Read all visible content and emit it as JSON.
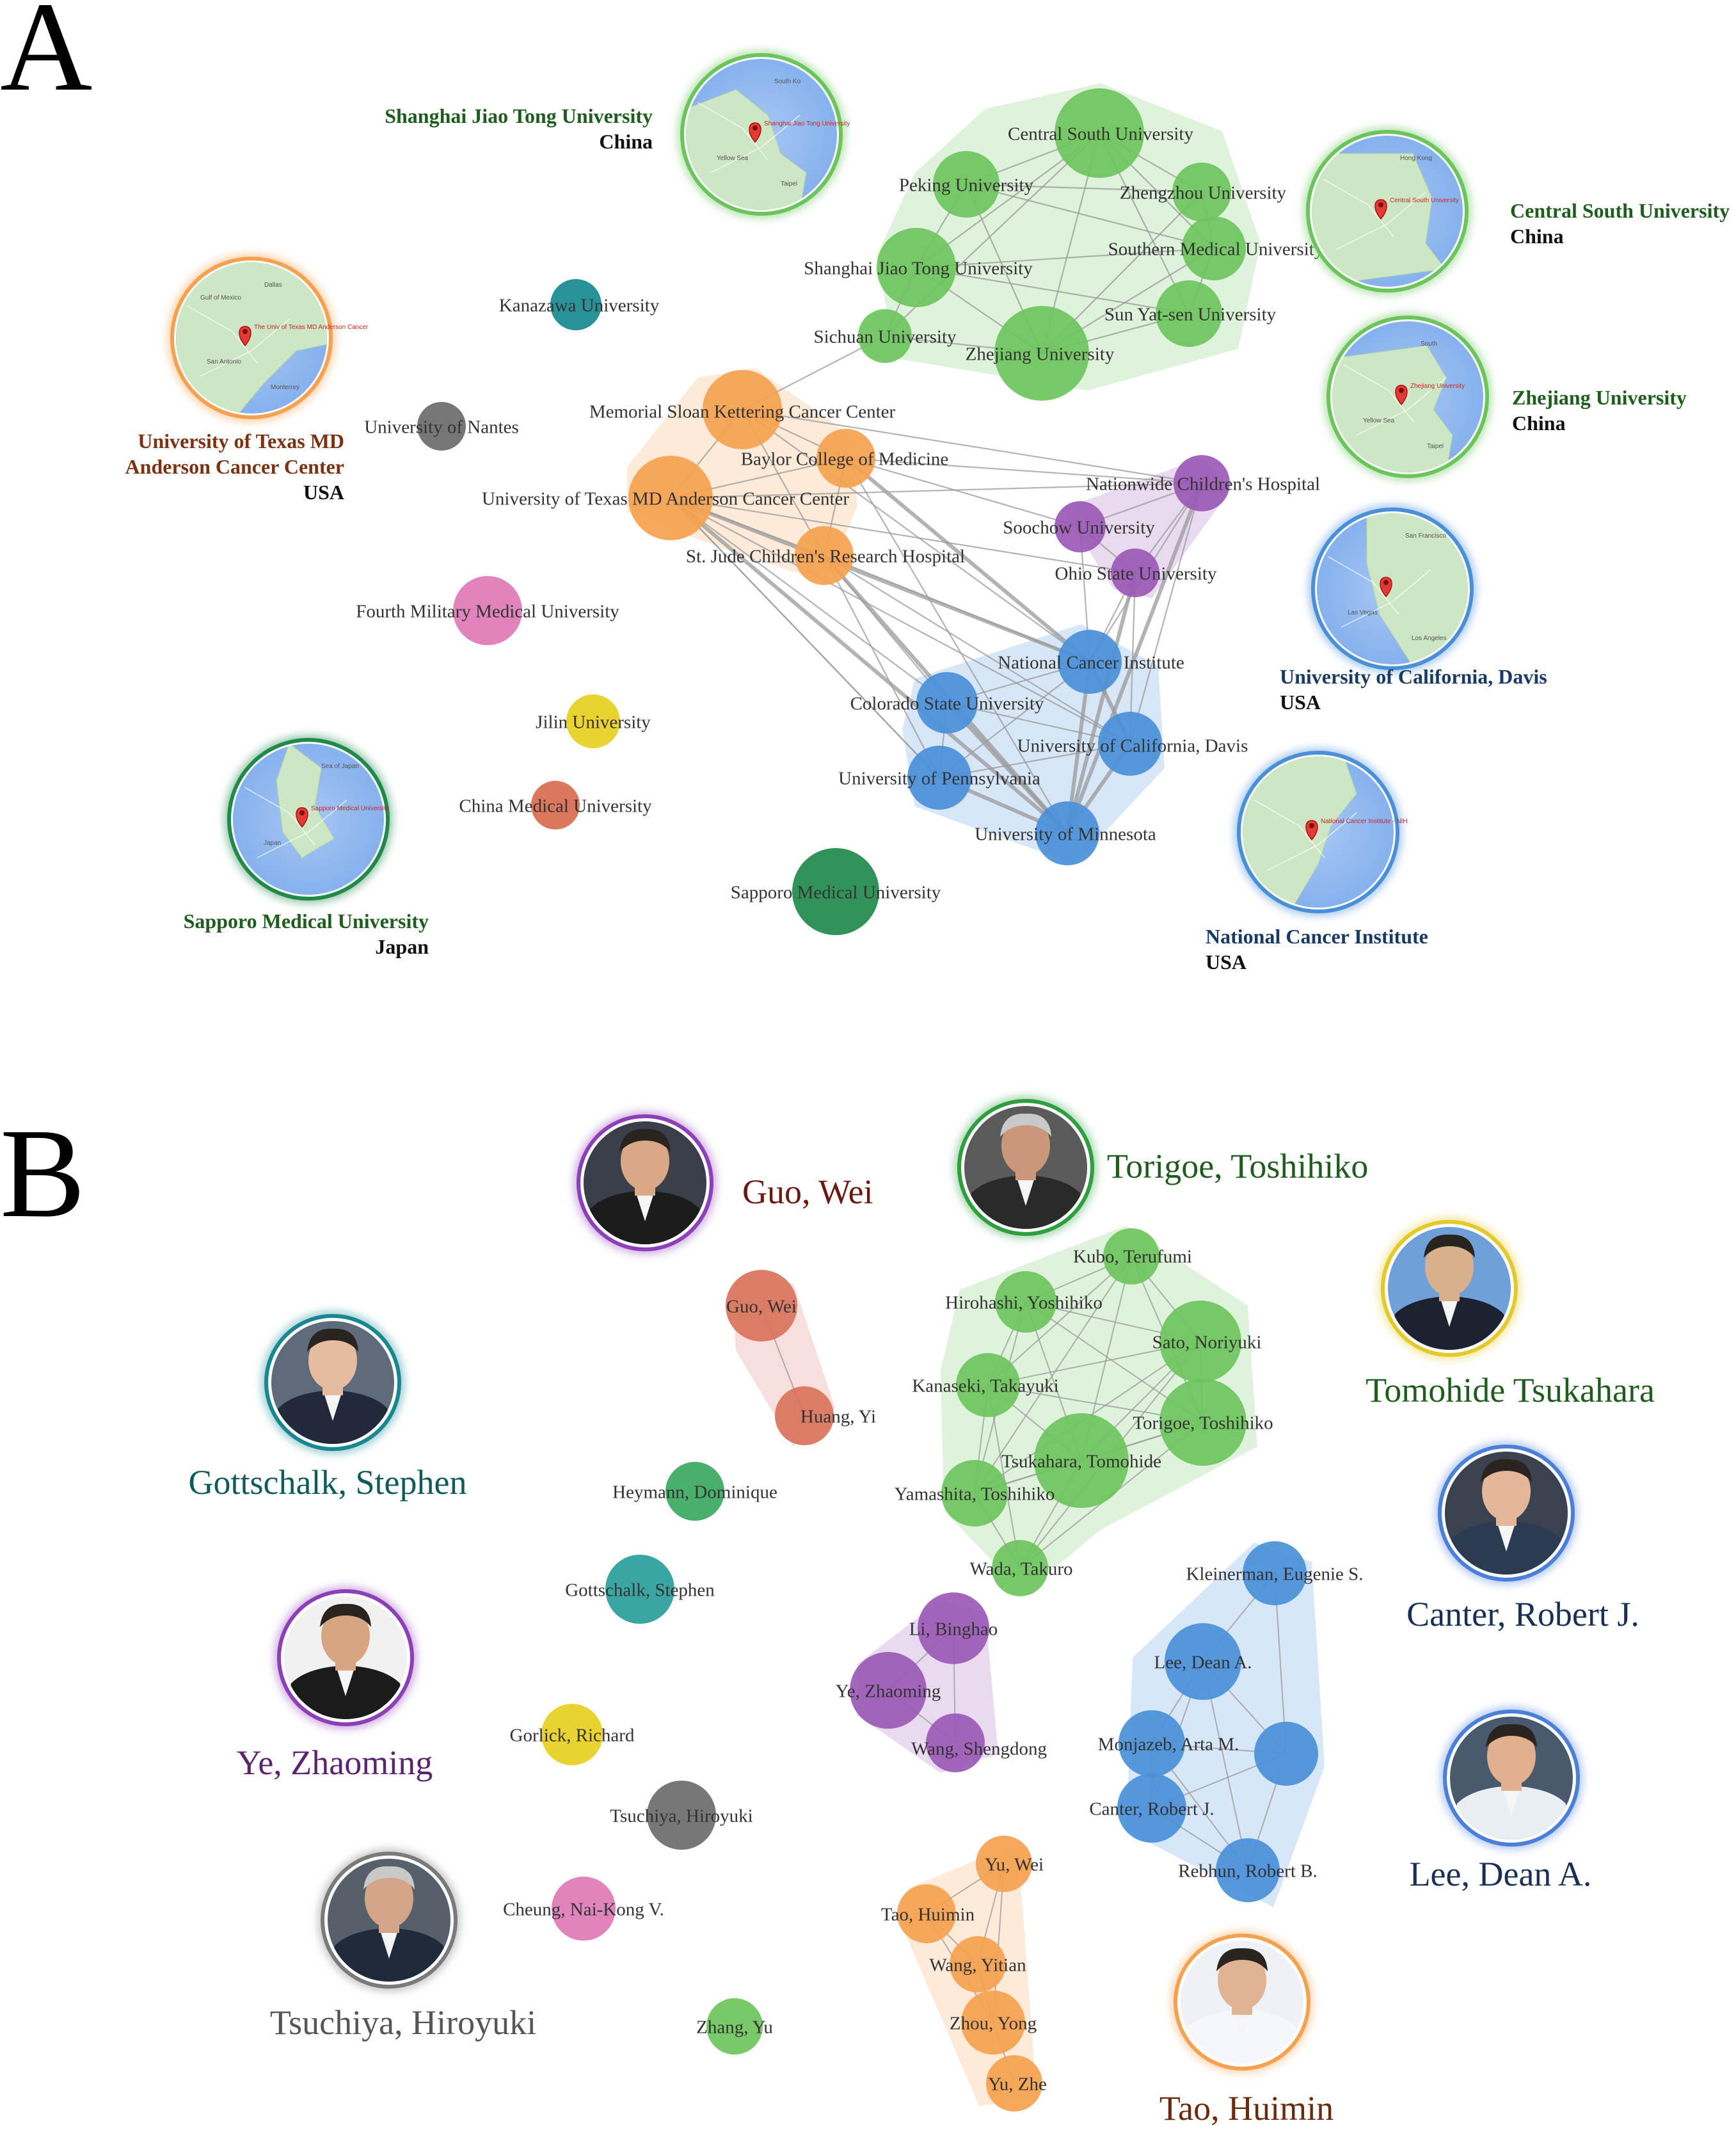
{
  "panels": [
    "A",
    "B"
  ],
  "colors": {
    "green": "#6cc55c",
    "orange": "#f6a14f",
    "purple": "#9b59b6",
    "blue": "#4a90d9",
    "teal": "#17888f",
    "gray": "#6b6b6b",
    "pink": "#de7ab6",
    "yellow": "#e6cf1e",
    "red": "#d86b4f",
    "darkgreen": "#1f8a4c",
    "salmon": "#d9735a",
    "mediumgreen": "#39a85f",
    "tealB": "#2a9d99"
  },
  "institution_network": {
    "nodes": [
      {
        "label": "Central South University",
        "color": "green",
        "cluster": "china"
      },
      {
        "label": "Peking University",
        "color": "green",
        "cluster": "china"
      },
      {
        "label": "Zhengzhou University",
        "color": "green",
        "cluster": "china"
      },
      {
        "label": "Southern Medical University",
        "color": "green",
        "cluster": "china"
      },
      {
        "label": "Shanghai Jiao Tong University",
        "color": "green",
        "cluster": "china"
      },
      {
        "label": "Sun Yat-sen University",
        "color": "green",
        "cluster": "china"
      },
      {
        "label": "Sichuan University",
        "color": "green",
        "cluster": "china"
      },
      {
        "label": "Zhejiang University",
        "color": "green",
        "cluster": "china"
      },
      {
        "label": "Kanazawa University",
        "color": "teal",
        "cluster": "none"
      },
      {
        "label": "University of Nantes",
        "color": "gray",
        "cluster": "none"
      },
      {
        "label": "Memorial Sloan Kettering Cancer Center",
        "color": "orange",
        "cluster": "usa1"
      },
      {
        "label": "Baylor College of Medicine",
        "color": "orange",
        "cluster": "usa1"
      },
      {
        "label": "University of Texas MD Anderson Cancer Center",
        "color": "orange",
        "cluster": "usa1"
      },
      {
        "label": "St. Jude Children's Research Hospital",
        "color": "orange",
        "cluster": "usa1"
      },
      {
        "label": "Nationwide Children's Hospital",
        "color": "purple",
        "cluster": "usa2"
      },
      {
        "label": "Soochow University",
        "color": "purple",
        "cluster": "usa2"
      },
      {
        "label": "Ohio State University",
        "color": "purple",
        "cluster": "usa2"
      },
      {
        "label": "Fourth Military Medical University",
        "color": "pink",
        "cluster": "none"
      },
      {
        "label": "National Cancer Institute",
        "color": "blue",
        "cluster": "usa3"
      },
      {
        "label": "Colorado State University",
        "color": "blue",
        "cluster": "usa3"
      },
      {
        "label": "Jilin University",
        "color": "yellow",
        "cluster": "none"
      },
      {
        "label": "University of California, Davis",
        "color": "blue",
        "cluster": "usa3"
      },
      {
        "label": "University of Pennsylvania",
        "color": "blue",
        "cluster": "usa3"
      },
      {
        "label": "China Medical University",
        "color": "red",
        "cluster": "none"
      },
      {
        "label": "University of Minnesota",
        "color": "blue",
        "cluster": "usa3"
      },
      {
        "label": "Sapporo Medical University",
        "color": "darkgreen",
        "cluster": "none"
      }
    ],
    "edges": [
      [
        0,
        1
      ],
      [
        0,
        2
      ],
      [
        0,
        3
      ],
      [
        0,
        4
      ],
      [
        0,
        5
      ],
      [
        0,
        7
      ],
      [
        1,
        2
      ],
      [
        1,
        4
      ],
      [
        1,
        7
      ],
      [
        2,
        3
      ],
      [
        2,
        7
      ],
      [
        3,
        4
      ],
      [
        3,
        5
      ],
      [
        3,
        7
      ],
      [
        4,
        5
      ],
      [
        4,
        6
      ],
      [
        4,
        7
      ],
      [
        5,
        7
      ],
      [
        6,
        7
      ],
      [
        1,
        3
      ],
      [
        0,
        6
      ],
      [
        6,
        10
      ],
      [
        10,
        11
      ],
      [
        10,
        12
      ],
      [
        10,
        13
      ],
      [
        11,
        12
      ],
      [
        11,
        13
      ],
      [
        12,
        13
      ],
      [
        10,
        14
      ],
      [
        11,
        14
      ],
      [
        12,
        14
      ],
      [
        12,
        18
      ],
      [
        12,
        24
      ],
      [
        12,
        21
      ],
      [
        12,
        22
      ],
      [
        13,
        18
      ],
      [
        13,
        24
      ],
      [
        13,
        22
      ],
      [
        13,
        19
      ],
      [
        11,
        18
      ],
      [
        11,
        24
      ],
      [
        10,
        18
      ],
      [
        12,
        16
      ],
      [
        11,
        15
      ],
      [
        12,
        19
      ],
      [
        14,
        15
      ],
      [
        14,
        16
      ],
      [
        15,
        16
      ],
      [
        14,
        18
      ],
      [
        14,
        21
      ],
      [
        14,
        24
      ],
      [
        16,
        18
      ],
      [
        16,
        24
      ],
      [
        16,
        21
      ],
      [
        15,
        18
      ],
      [
        18,
        19
      ],
      [
        18,
        21
      ],
      [
        18,
        22
      ],
      [
        18,
        24
      ],
      [
        19,
        21
      ],
      [
        19,
        22
      ],
      [
        19,
        24
      ],
      [
        21,
        22
      ],
      [
        21,
        24
      ],
      [
        22,
        24
      ],
      [
        12,
        22
      ],
      [
        13,
        21
      ]
    ]
  },
  "institution_cards": [
    {
      "name": "Shanghai Jiao Tong University",
      "country": "China",
      "color": "#1f5d1f",
      "ring": "green",
      "pin_label": "Shanghai Jiao Tong University",
      "map_words": [
        "South Ko",
        "Yellow Sea",
        "Taipei"
      ]
    },
    {
      "name": "Central South University",
      "country": "China",
      "color": "#1f5d1f",
      "ring": "green",
      "pin_label": "Central South University",
      "map_words": [
        "Hong Kong"
      ]
    },
    {
      "name": "Zhejiang University",
      "country": "China",
      "color": "#1f5d1f",
      "ring": "green",
      "pin_label": "Zhejiang University",
      "map_words": [
        "South",
        "Yellow Sea",
        "Taipei"
      ]
    },
    {
      "name": "University of Texas MD Anderson Cancer Center",
      "name_line1": "University of Texas MD",
      "name_line2": "Anderson Cancer Center",
      "country": "USA",
      "color": "#7a3212",
      "ring": "orange",
      "pin_label": "The Univ of Texas MD Anderson Cancer",
      "map_words": [
        "Dallas",
        "San Antonio",
        "Monterrey",
        "Gulf of Mexico"
      ]
    },
    {
      "name": "University of California, Davis",
      "country": "USA",
      "color": "#1a3a66",
      "ring": "blue",
      "pin_label": "",
      "map_words": [
        "San Francisco",
        "Las Vegas",
        "Los Angeles"
      ]
    },
    {
      "name": "Sapporo Medical University",
      "country": "Japan",
      "color": "#1f5d1f",
      "ring": "darkgreen",
      "pin_label": "Sapporo Medical University",
      "map_words": [
        "Sea of Japan",
        "Japan"
      ]
    },
    {
      "name": "National Cancer Institute",
      "country": "USA",
      "color": "#1a3a66",
      "ring": "blue",
      "pin_label": "National Cancer Institute - NIH",
      "map_words": []
    }
  ],
  "author_network": {
    "nodes": [
      {
        "label": "Guo, Wei",
        "color": "salmon",
        "cluster": "guo"
      },
      {
        "label": "Huang, Yi",
        "color": "salmon",
        "cluster": "guo"
      },
      {
        "label": "Heymann, Dominique",
        "color": "mediumgreen",
        "cluster": "none"
      },
      {
        "label": "Gottschalk, Stephen",
        "color": "tealB",
        "cluster": "none"
      },
      {
        "label": "Gorlick, Richard",
        "color": "yellow",
        "cluster": "none"
      },
      {
        "label": "Tsuchiya, Hiroyuki",
        "color": "gray",
        "cluster": "none"
      },
      {
        "label": "Cheung, Nai-Kong V.",
        "color": "pink",
        "cluster": "none"
      },
      {
        "label": "Zhang, Yu",
        "color": "green",
        "cluster": "none"
      },
      {
        "label": "Kubo, Terufumi",
        "color": "green",
        "cluster": "jp"
      },
      {
        "label": "Hirohashi, Yoshihiko",
        "color": "green",
        "cluster": "jp"
      },
      {
        "label": "Sato, Noriyuki",
        "color": "green",
        "cluster": "jp"
      },
      {
        "label": "Kanaseki, Takayuki",
        "color": "green",
        "cluster": "jp"
      },
      {
        "label": "Torigoe, Toshihiko",
        "color": "green",
        "cluster": "jp"
      },
      {
        "label": "Tsukahara, Tomohide",
        "color": "green",
        "cluster": "jp"
      },
      {
        "label": "Yamashita, Toshihiko",
        "color": "green",
        "cluster": "jp"
      },
      {
        "label": "Wada, Takuro",
        "color": "green",
        "cluster": "jp"
      },
      {
        "label": "Li, Binghao",
        "color": "purple",
        "cluster": "cn"
      },
      {
        "label": "Ye, Zhaoming",
        "color": "purple",
        "cluster": "cn"
      },
      {
        "label": "Wang, Shengdong",
        "color": "purple",
        "cluster": "cn"
      },
      {
        "label": "Kleinerman, Eugenie S.",
        "color": "blue",
        "cluster": "us"
      },
      {
        "label": "Lee, Dean A.",
        "color": "blue",
        "cluster": "us"
      },
      {
        "label": "Monjazeb, Arta M.",
        "color": "blue",
        "cluster": "us"
      },
      {
        "label": "",
        "color": "blue",
        "cluster": "us"
      },
      {
        "label": "Canter, Robert J.",
        "color": "blue",
        "cluster": "us"
      },
      {
        "label": "Rebhun, Robert B.",
        "color": "blue",
        "cluster": "us"
      },
      {
        "label": "Yu, Wei",
        "color": "orange",
        "cluster": "tao"
      },
      {
        "label": "Tao, Huimin",
        "color": "orange",
        "cluster": "tao"
      },
      {
        "label": "Wang, Yitian",
        "color": "orange",
        "cluster": "tao"
      },
      {
        "label": "Zhou, Yong",
        "color": "orange",
        "cluster": "tao"
      },
      {
        "label": "Yu, Zhe",
        "color": "orange",
        "cluster": "tao"
      }
    ],
    "edges": [
      [
        0,
        1
      ],
      [
        8,
        9
      ],
      [
        8,
        10
      ],
      [
        8,
        11
      ],
      [
        8,
        12
      ],
      [
        8,
        13
      ],
      [
        9,
        10
      ],
      [
        9,
        11
      ],
      [
        9,
        12
      ],
      [
        9,
        13
      ],
      [
        9,
        14
      ],
      [
        10,
        11
      ],
      [
        10,
        12
      ],
      [
        10,
        13
      ],
      [
        10,
        14
      ],
      [
        11,
        12
      ],
      [
        11,
        13
      ],
      [
        11,
        14
      ],
      [
        11,
        15
      ],
      [
        12,
        13
      ],
      [
        12,
        14
      ],
      [
        12,
        15
      ],
      [
        13,
        14
      ],
      [
        13,
        15
      ],
      [
        14,
        15
      ],
      [
        10,
        15
      ],
      [
        8,
        14
      ],
      [
        16,
        17
      ],
      [
        16,
        18
      ],
      [
        17,
        18
      ],
      [
        19,
        20
      ],
      [
        19,
        22
      ],
      [
        20,
        21
      ],
      [
        20,
        22
      ],
      [
        20,
        23
      ],
      [
        21,
        23
      ],
      [
        21,
        24
      ],
      [
        21,
        22
      ],
      [
        22,
        24
      ],
      [
        23,
        24
      ],
      [
        20,
        24
      ],
      [
        22,
        23
      ],
      [
        25,
        26
      ],
      [
        25,
        27
      ],
      [
        26,
        27
      ],
      [
        27,
        28
      ],
      [
        28,
        29
      ],
      [
        26,
        28
      ],
      [
        25,
        28
      ]
    ]
  },
  "author_cards": [
    {
      "name": "Guo, Wei",
      "color": "#6b1a12",
      "ring": "#8d3fb8"
    },
    {
      "name": "Torigoe, Toshihiko",
      "color": "#1f5d1f",
      "ring": "#2e9e3e"
    },
    {
      "name": "Tomohide Tsukahara",
      "color": "#1f5d1f",
      "ring": "#e3c92a"
    },
    {
      "name": "Gottschalk, Stephen",
      "color": "#0f5a5a",
      "ring": "#17888f"
    },
    {
      "name": "Canter, Robert J.",
      "color": "#1a2f55",
      "ring": "#4a80d9"
    },
    {
      "name": "Ye, Zhaoming",
      "color": "#5a2470",
      "ring": "#8d3fb8"
    },
    {
      "name": "Lee, Dean A.",
      "color": "#1a2f55",
      "ring": "#4a80d9"
    },
    {
      "name": "Tsuchiya, Hiroyuki",
      "color": "#555555",
      "ring": "#7a7a7a"
    },
    {
      "name": "Tao, Huimin",
      "color": "#6b2a0c",
      "ring": "#f6a14f"
    }
  ]
}
